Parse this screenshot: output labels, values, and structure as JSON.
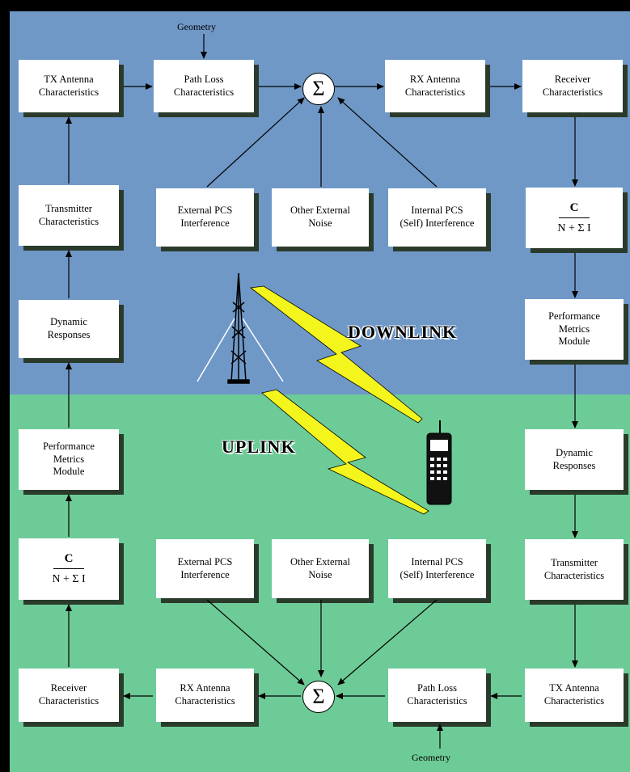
{
  "geometry_label": "Geometry",
  "downlink_label": "DOWNLINK",
  "uplink_label": "UPLINK",
  "sum_symbol": "Σ",
  "downlink": {
    "tx_antenna": [
      "TX Antenna",
      "Characteristics"
    ],
    "path_loss": [
      "Path Loss",
      "Characteristics"
    ],
    "rx_antenna": [
      "RX Antenna",
      "Characteristics"
    ],
    "receiver": [
      "Receiver",
      "Characteristics"
    ],
    "transmitter": [
      "Transmitter",
      "Characteristics"
    ],
    "ext_pcs": [
      "External PCS",
      "Interference"
    ],
    "other_noise": [
      "Other External",
      "Noise"
    ],
    "int_pcs": [
      "Internal PCS",
      "(Self) Interference"
    ],
    "cni_num": "C",
    "cni_den": "N + Σ I",
    "dynamic": [
      "Dynamic",
      "Responses"
    ],
    "performance": [
      "Performance",
      "Metrics",
      "Module"
    ]
  },
  "uplink": {
    "performance": [
      "Performance",
      "Metrics",
      "Module"
    ],
    "dynamic": [
      "Dynamic",
      "Responses"
    ],
    "cni_num": "C",
    "cni_den": "N + Σ I",
    "ext_pcs": [
      "External PCS",
      "Interference"
    ],
    "other_noise": [
      "Other External",
      "Noise"
    ],
    "int_pcs": [
      "Internal PCS",
      "(Self) Interference"
    ],
    "transmitter": [
      "Transmitter",
      "Characteristics"
    ],
    "receiver": [
      "Receiver",
      "Characteristics"
    ],
    "rx_antenna": [
      "RX Antenna",
      "Characteristics"
    ],
    "path_loss": [
      "Path Loss",
      "Characteristics"
    ],
    "tx_antenna": [
      "TX Antenna",
      "Characteristics"
    ]
  },
  "colors": {
    "downlink_band": "#6f98c7",
    "uplink_band": "#6dcb97",
    "bolt": "#f5f51e",
    "frame": "#000000"
  }
}
